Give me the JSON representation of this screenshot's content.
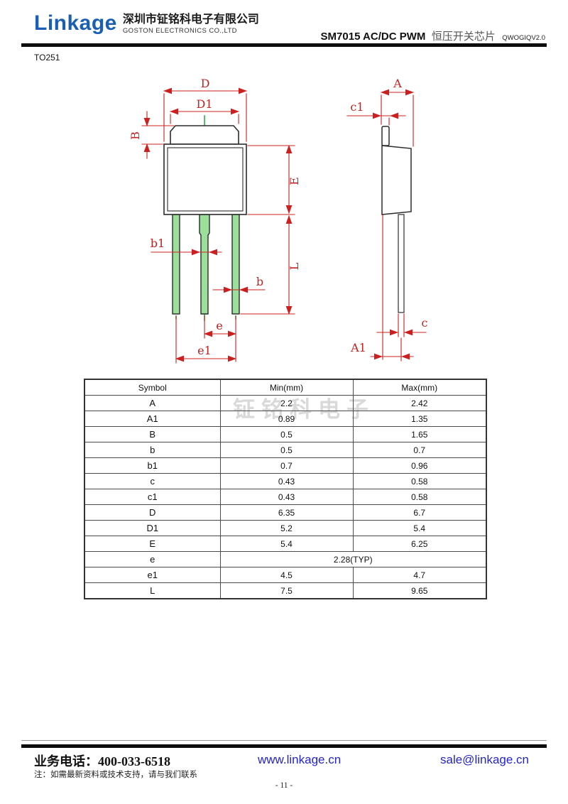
{
  "header": {
    "logo": "Linkage",
    "company_cn": "深圳市钲铭科电子有限公司",
    "company_en": "GOSTON ELECTRONICS CO.,LTD",
    "title_model": "SM7015 AC/DC PWM",
    "title_cn": "恒压开关芯片",
    "title_version": "QWOGIQV2.0"
  },
  "section": {
    "package_name": "TO251"
  },
  "drawing": {
    "labels": {
      "D": "D",
      "D1": "D1",
      "B": "B",
      "E": "E",
      "L": "L",
      "b1": "b1",
      "b": "b",
      "e": "e",
      "e1": "e1",
      "A": "A",
      "c1": "c1",
      "c": "c",
      "A1": "A1"
    },
    "colors": {
      "dimension": "#cc2020",
      "centerline": "#2fae4a",
      "outline": "#2b2b2b",
      "lead_fill": "#9bdf9b"
    }
  },
  "watermark": "钲铭科电子",
  "table": {
    "headers": [
      "Symbol",
      "Min(mm)",
      "Max(mm)"
    ],
    "rows": [
      {
        "symbol": "A",
        "min": "2.2",
        "max": "2.42"
      },
      {
        "symbol": "A1",
        "min": "0.89",
        "max": "1.35"
      },
      {
        "symbol": "B",
        "min": "0.5",
        "max": "1.65"
      },
      {
        "symbol": "b",
        "min": "0.5",
        "max": "0.7"
      },
      {
        "symbol": "b1",
        "min": "0.7",
        "max": "0.96"
      },
      {
        "symbol": "c",
        "min": "0.43",
        "max": "0.58"
      },
      {
        "symbol": "c1",
        "min": "0.43",
        "max": "0.58"
      },
      {
        "symbol": "D",
        "min": "6.35",
        "max": "6.7"
      },
      {
        "symbol": "D1",
        "min": "5.2",
        "max": "5.4"
      },
      {
        "symbol": "E",
        "min": "5.4",
        "max": "6.25"
      },
      {
        "symbol": "e",
        "span": "2.28(TYP)"
      },
      {
        "symbol": "e1",
        "min": "4.5",
        "max": "4.7"
      },
      {
        "symbol": "L",
        "min": "7.5",
        "max": "9.65"
      }
    ]
  },
  "footer": {
    "phone": "业务电话：400-033-6518",
    "website": "www.linkage.cn",
    "email": "sale@linkage.cn",
    "note": "注：如需最新资料或技术支持，请与我们联系",
    "page_number": "- 11 -"
  }
}
